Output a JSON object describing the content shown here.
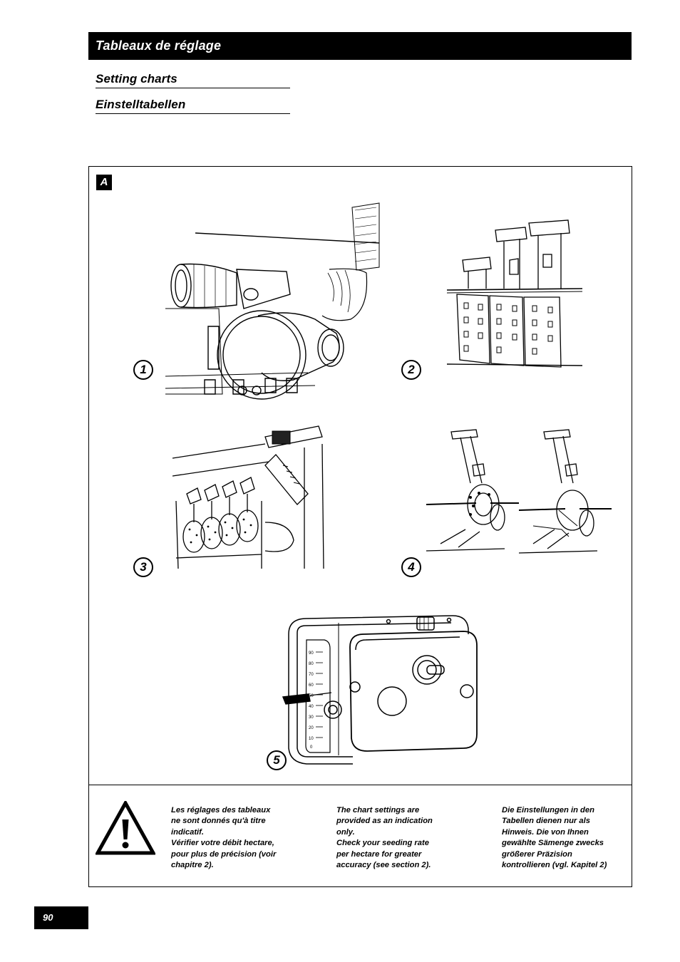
{
  "header": {
    "title": "Tableaux de réglage",
    "subtitle_en": "Setting charts",
    "subtitle_de": "Einstelltabellen"
  },
  "figure": {
    "badge": "A",
    "labels": [
      "1",
      "2",
      "3",
      "4",
      "5"
    ],
    "scale_ticks": [
      "90",
      "80",
      "70",
      "60",
      "50",
      "40",
      "30",
      "20",
      "10",
      "0"
    ]
  },
  "warning": {
    "icon": "warning-triangle-icon",
    "fr": "Les réglages des tableaux\nne sont donnés qu'à titre\nindicatif.\nVérifier votre débit hectare,\npour plus de précision (voir\nchapitre 2).",
    "en": "The chart settings are\nprovided as an indication\nonly.\nCheck your seeding rate\nper hectare for greater\naccuracy (see section 2).",
    "de": "Die Einstellungen in den\nTabellen dienen nur als\nHinweis. Die von Ihnen\ngewählte Sämenge zwecks\ngrößerer Präzision\nkontrollieren (vgl. Kapitel 2)"
  },
  "footer": {
    "page_number": "90"
  }
}
